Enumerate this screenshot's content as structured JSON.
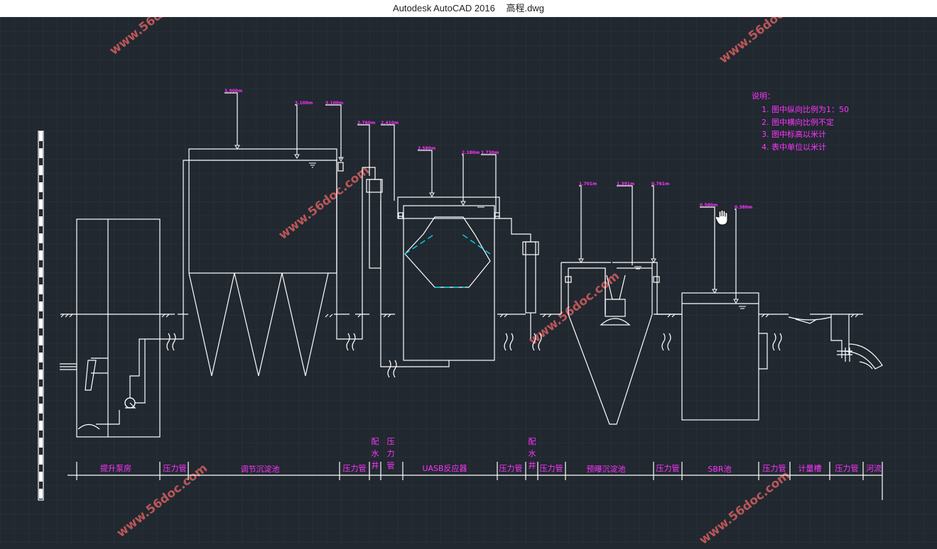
{
  "window": {
    "app_title": "Autodesk AutoCAD 2016",
    "file_name": "高程.dwg"
  },
  "colors": {
    "background": "#212830",
    "grid": "#2c343d",
    "line": "#ffffff",
    "label": "#ff33ff",
    "cyan": "#00d0e0",
    "watermark": "#e06a6a"
  },
  "notes": {
    "title": "说明：",
    "items": [
      "1. 图中纵向比例为1：50",
      "2. 图中横向比例不定",
      "3. 图中标高以米计",
      "4. 表中单位以米计"
    ]
  },
  "elevations": [
    "3.900m",
    "3.100m",
    "3.100m",
    "2.760m",
    "2.410m",
    "2.580m",
    "2.180m",
    "1.730m",
    "1.701m",
    "1.391m",
    "0.761m",
    "0.580m",
    "0.380m"
  ],
  "sections": [
    "提升泵房",
    "压力管",
    "调节沉淀池",
    "压力管",
    "配水井",
    "压力管",
    "UASB反应器",
    "压力管",
    "配水井",
    "压力管",
    "预曝沉淀池",
    "压力管",
    "SBR池",
    "压力管",
    "计量槽",
    "压力管",
    "河流"
  ],
  "watermark": "www.56doc.com",
  "icons": [
    "hand-cursor-icon",
    "pump-icon",
    "water-level-icon"
  ]
}
